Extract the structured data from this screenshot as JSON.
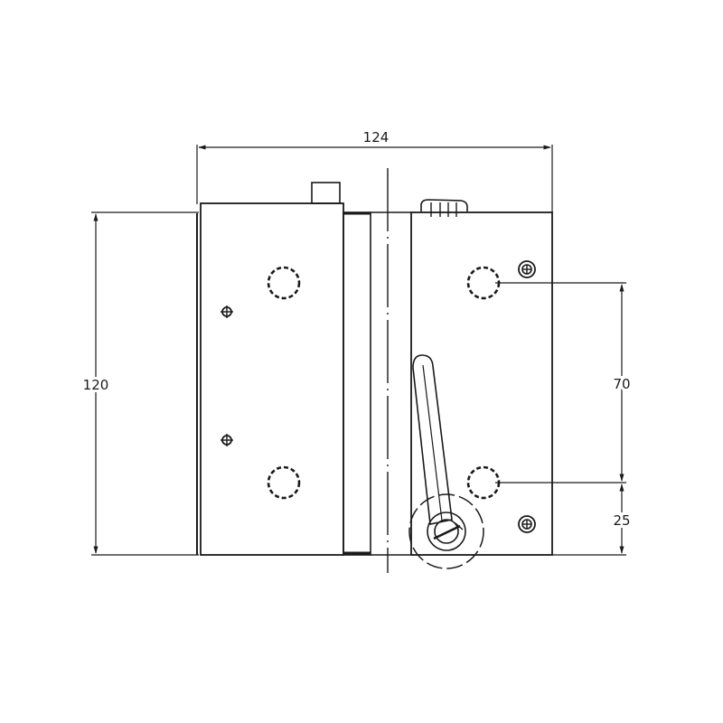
{
  "drawing": {
    "type": "technical-drawing",
    "subject": "door hinge with spring arm, front view",
    "line_color": "#1a1a1a",
    "background": "#ffffff"
  },
  "dimensions": {
    "overall_width": {
      "value": "124",
      "orientation": "horizontal"
    },
    "overall_height": {
      "value": "120",
      "orientation": "vertical"
    },
    "hole_spacing": {
      "value": "70",
      "orientation": "vertical"
    },
    "bottom_hole_offset": {
      "value": "25",
      "orientation": "vertical"
    }
  },
  "parts": {
    "left_leaf": {
      "mounting_holes": 2,
      "screw_marks": 2,
      "top_stub": true
    },
    "center_knuckle": {
      "center_line": "dash-dot"
    },
    "right_leaf": {
      "mounting_holes": 2,
      "screws": 2,
      "spring_arm": true,
      "roller_circle": "dashed"
    }
  }
}
